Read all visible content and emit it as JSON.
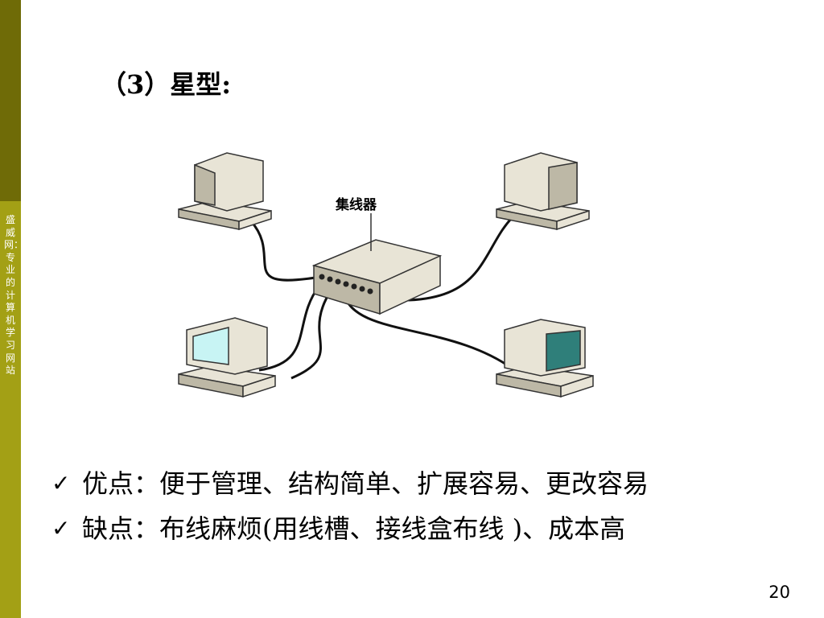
{
  "sidebar": {
    "text": "盛威网：专业的计算机学习网站"
  },
  "slide": {
    "heading": "（3）星型:",
    "diagram": {
      "hub_label": "集线器"
    },
    "bullets": [
      {
        "icon": "checkmark-icon",
        "text": "优点：便于管理、结构简单、扩展容易、更改容易"
      },
      {
        "icon": "checkmark-icon",
        "text": "缺点：布线麻烦(用线槽、接线盒布线 )、成本高"
      }
    ],
    "page_number": "20"
  },
  "colors": {
    "sidebar_dark": "#6f6b07",
    "sidebar_light": "#a3a015",
    "screen_light": "#c8f4f4",
    "screen_dark": "#2f7f7a",
    "device_beige": "#e8e4d6"
  }
}
